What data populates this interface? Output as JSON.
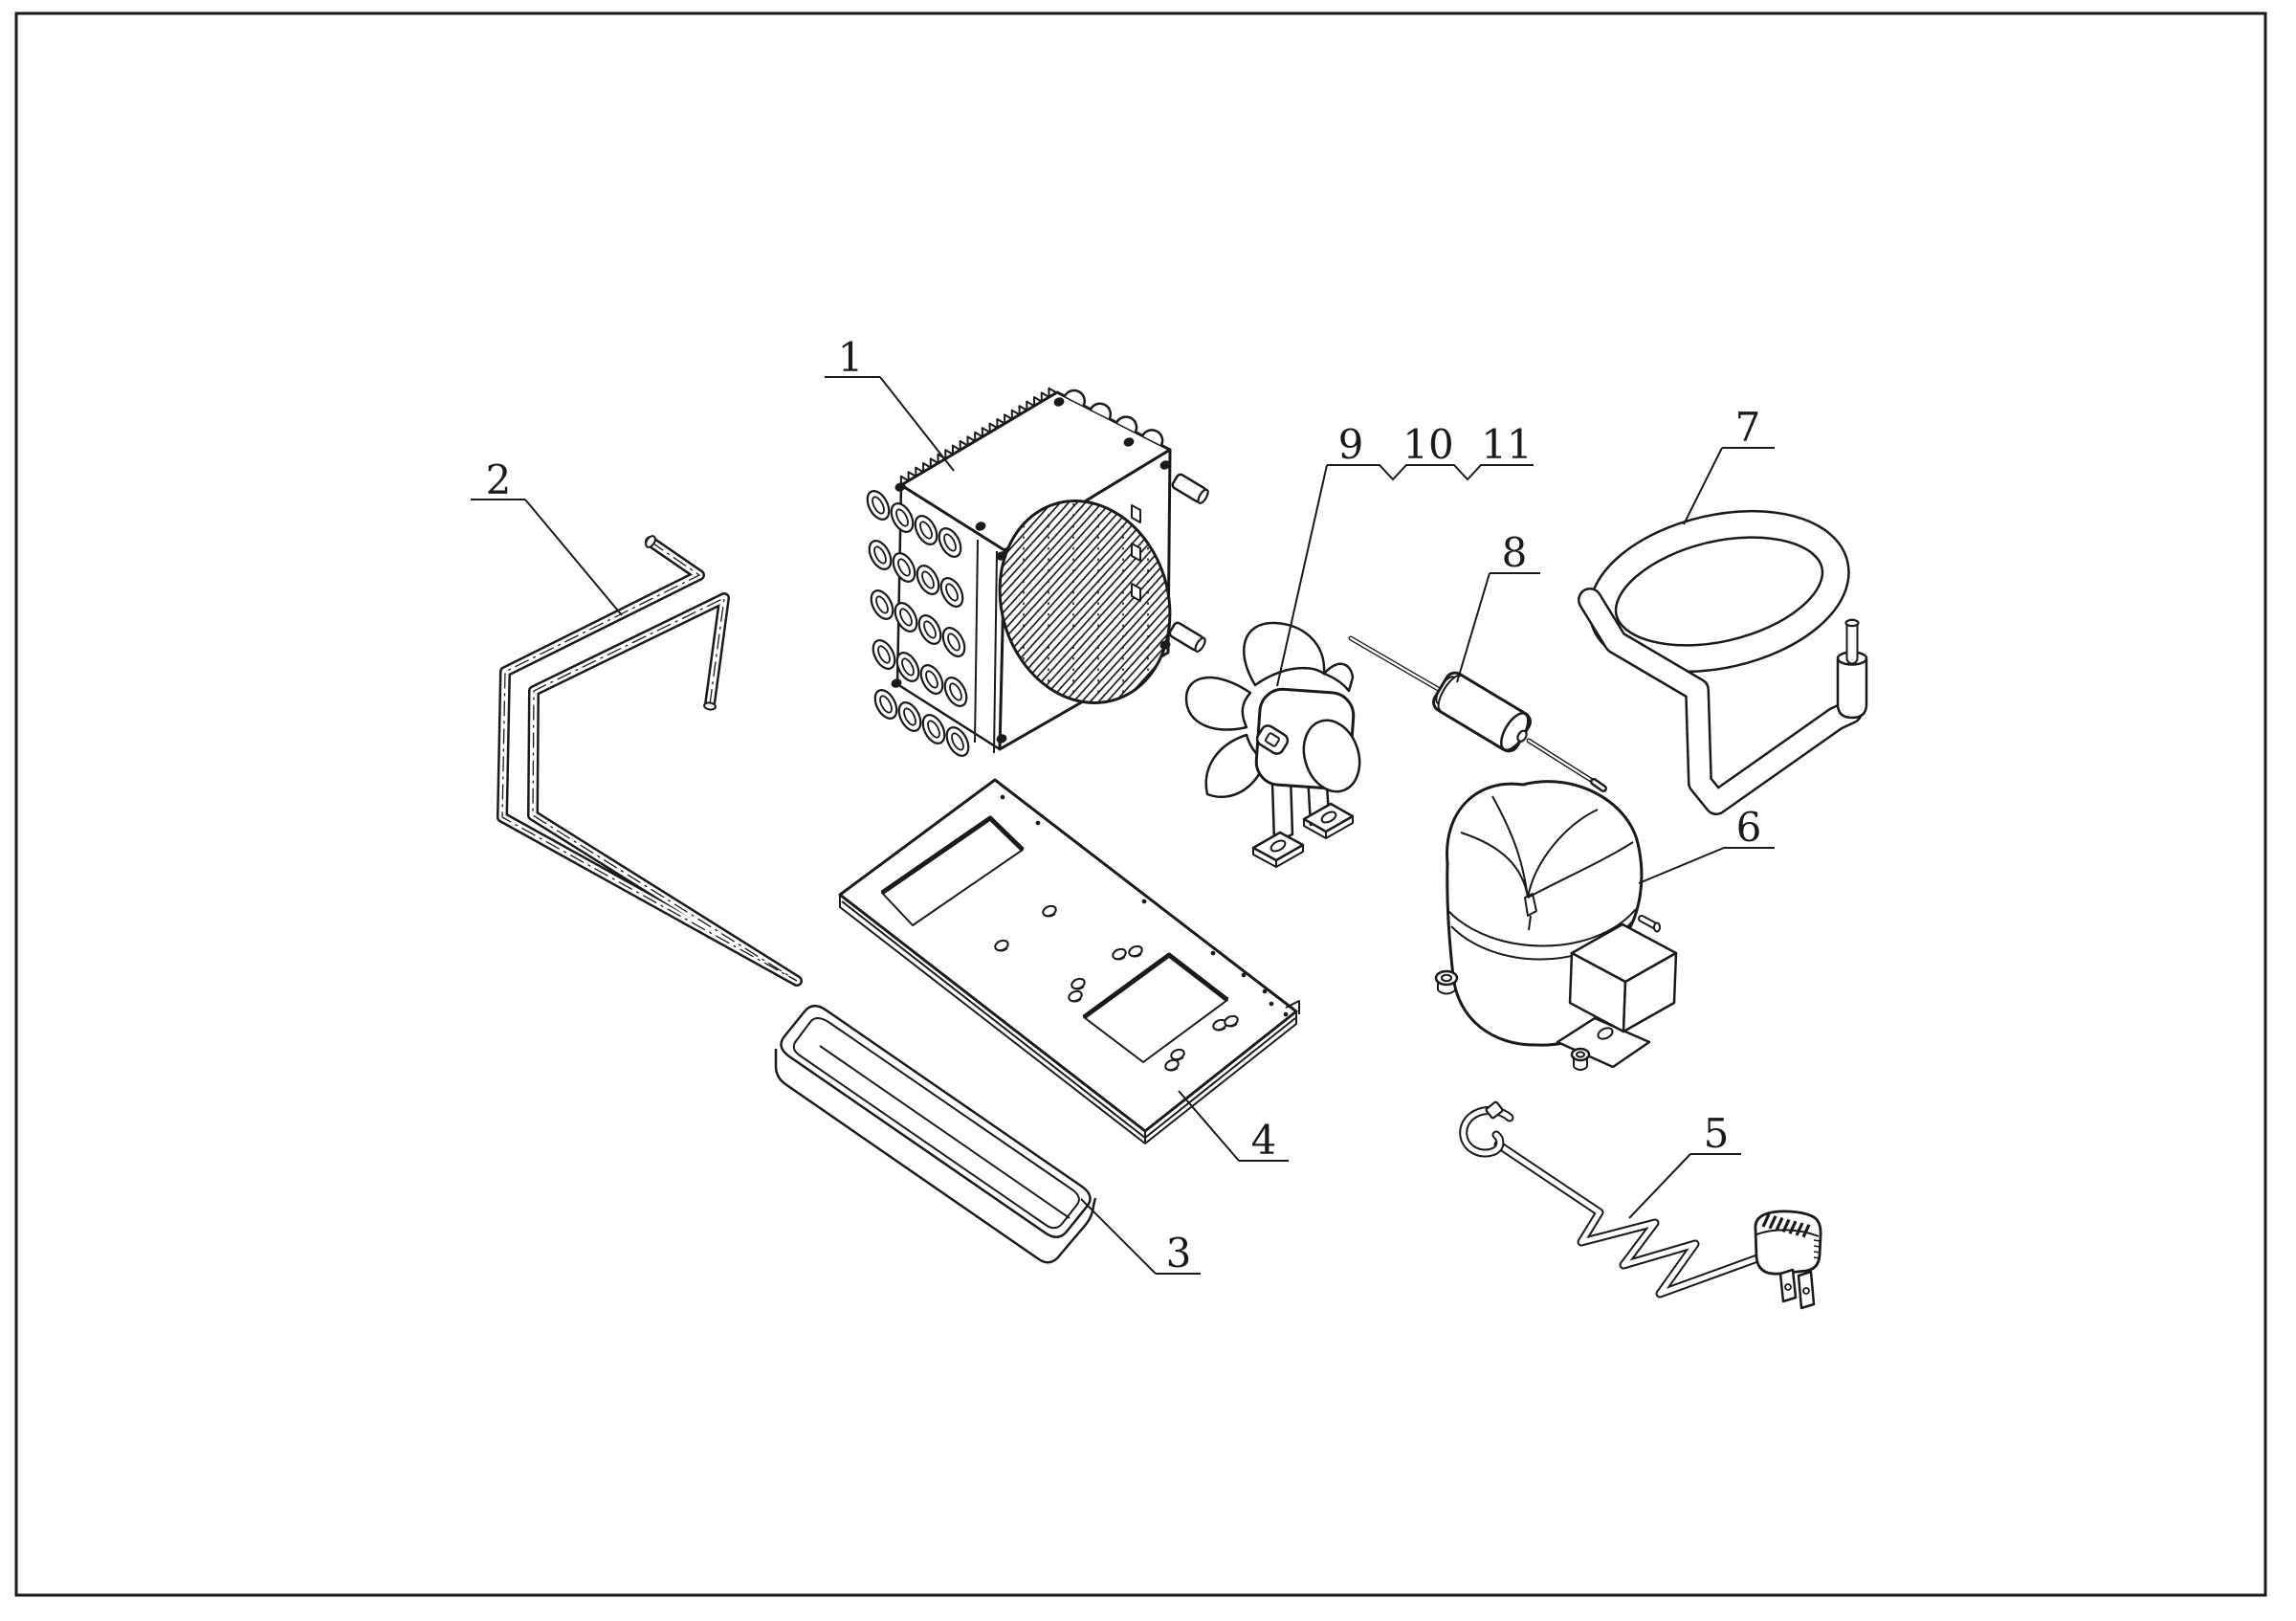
{
  "page": {
    "background_color": "#ffffff",
    "ink_color": "#1a1a1a",
    "frame": {
      "visible": true
    }
  },
  "diagram": {
    "type": "exploded-parts-diagram",
    "labels": [
      {
        "text": "1"
      },
      {
        "text": "2"
      },
      {
        "text": "3"
      },
      {
        "text": "4"
      },
      {
        "text": "5"
      },
      {
        "text": "6"
      },
      {
        "text": "7"
      },
      {
        "text": "8"
      },
      {
        "text": "9"
      },
      {
        "text": "10"
      },
      {
        "text": "11"
      }
    ]
  }
}
